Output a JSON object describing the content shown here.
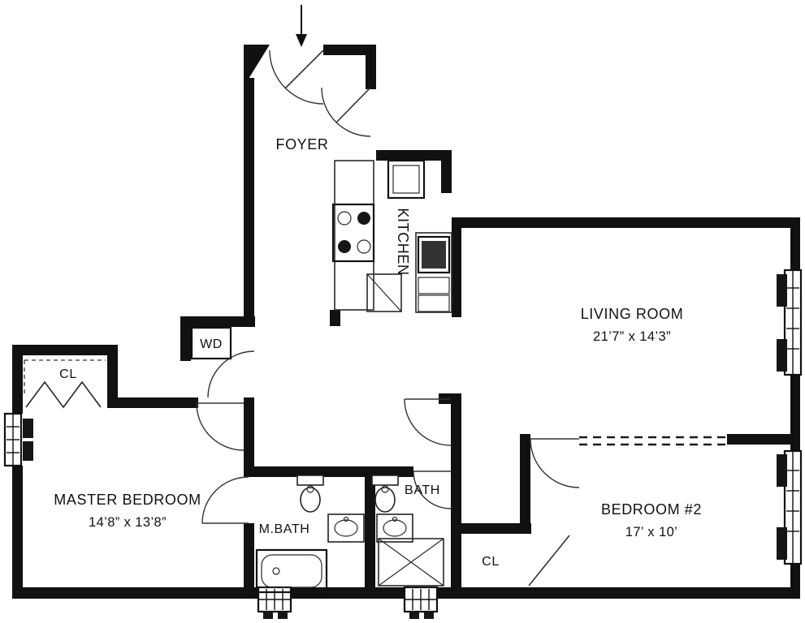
{
  "colors": {
    "wall": "#111111",
    "line": "#2a2a2a",
    "background": "#ffffff"
  },
  "rooms": {
    "foyer": {
      "label": "FOYER"
    },
    "kitchen": {
      "label": "KITCHEN"
    },
    "living_room": {
      "label": "LIVING ROOM",
      "dims": "21’7” x 14’3”"
    },
    "master_bedroom": {
      "label": "MASTER BEDROOM",
      "dims": "14’8” x 13’8”"
    },
    "master_bath": {
      "label": "M.BATH"
    },
    "bath": {
      "label": "BATH"
    },
    "bedroom_2": {
      "label": "BEDROOM #2",
      "dims": "17’ x 10’"
    },
    "closet_master": {
      "label": "CL"
    },
    "closet_bedroom_2": {
      "label": "CL"
    },
    "washer_dryer": {
      "label": "WD"
    }
  }
}
